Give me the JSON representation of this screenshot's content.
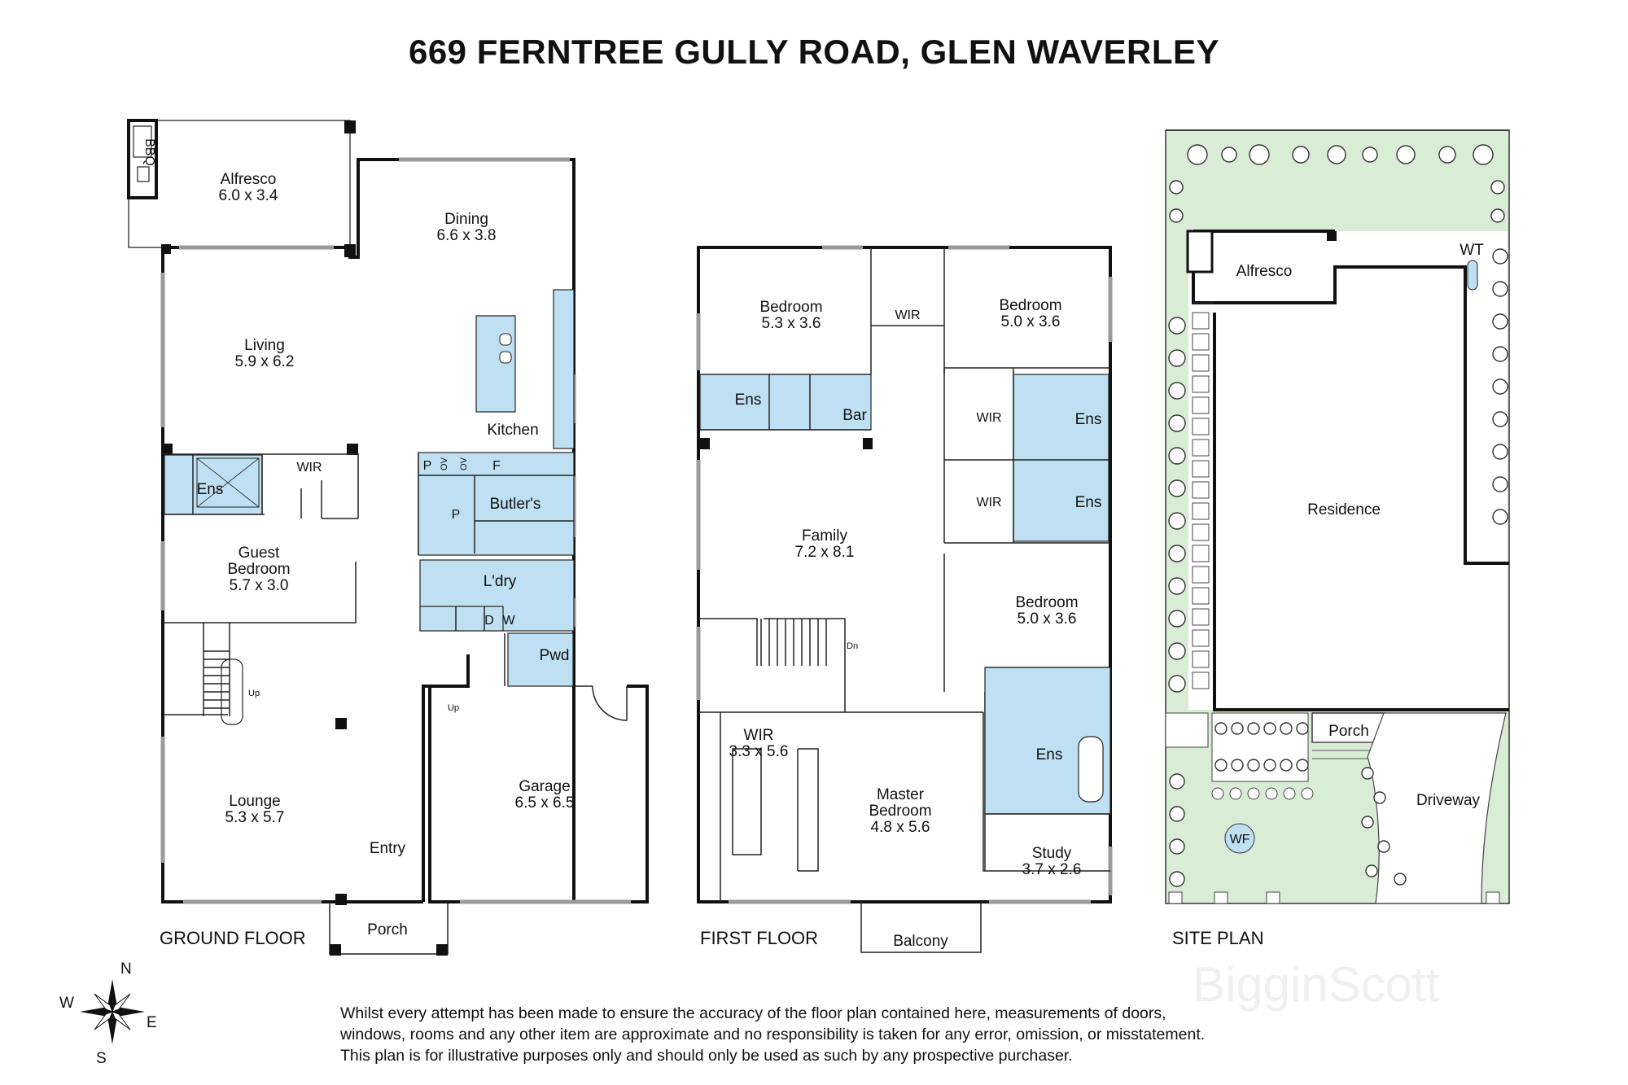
{
  "title": "669 FERNTREE GULLY ROAD, GLEN WAVERLEY",
  "floors": {
    "ground": {
      "caption": "GROUND FLOOR",
      "rooms": {
        "alfresco": [
          "Alfresco",
          "6.0 x 3.4"
        ],
        "dining": [
          "Dining",
          "6.6 x 3.8"
        ],
        "living": [
          "Living",
          "5.9 x 6.2"
        ],
        "guest": [
          "Guest",
          "Bedroom",
          "5.7 x 3.0"
        ],
        "lounge": [
          "Lounge",
          "5.3 x 5.7"
        ],
        "garage": [
          "Garage",
          "6.5 x 6.5"
        ]
      },
      "labels": {
        "bbq": "BBQ",
        "kitchen": "Kitchen",
        "ens": "Ens",
        "wir": "WIR",
        "p1": "P",
        "ov1": "OV",
        "ov2": "OV",
        "f": "F",
        "butlers": "Butler's",
        "p2": "P",
        "ldry": "L'dry",
        "d": "D",
        "w": "W",
        "pwd": "Pwd",
        "up1": "Up",
        "up2": "Up",
        "entry": "Entry",
        "porch": "Porch"
      }
    },
    "first": {
      "caption": "FIRST FLOOR",
      "rooms": {
        "bed1": [
          "Bedroom",
          "5.3 x 3.6"
        ],
        "bed2": [
          "Bedroom",
          "5.0 x 3.6"
        ],
        "family": [
          "Family",
          "7.2 x 8.1"
        ],
        "bed3": [
          "Bedroom",
          "5.0 x 3.6"
        ],
        "wir": [
          "WIR",
          "3.3 x 5.6"
        ],
        "master": [
          "Master",
          "Bedroom",
          "4.8 x 5.6"
        ],
        "study": [
          "Study",
          "3.7 x 2.6"
        ]
      },
      "labels": {
        "wir1": "WIR",
        "ens1": "Ens",
        "bar": "Bar",
        "wir2": "WIR",
        "ens2": "Ens",
        "wir3": "WIR",
        "ens3": "Ens",
        "ens4": "Ens",
        "dn": "Dn",
        "balcony": "Balcony"
      }
    },
    "site": {
      "caption": "SITE PLAN",
      "labels": {
        "alfresco": "Alfresco",
        "wt": "WT",
        "residence": "Residence",
        "porch": "Porch",
        "driveway": "Driveway",
        "wf": "WF"
      }
    }
  },
  "compass": {
    "n": "N",
    "s": "S",
    "e": "E",
    "w": "W"
  },
  "disclaimer": [
    "Whilst every attempt has been made to ensure the accuracy of the floor plan contained here, measurements of doors,",
    "windows, rooms and any other item are approximate and no responsibility is taken for any error, omission, or misstatement.",
    "This plan is for illustrative purposes only and should only be used as such by any prospective purchaser."
  ],
  "watermark": "BigginScott",
  "colors": {
    "wet_area": "#bfe0f2",
    "landscape": "#d9ecd5",
    "wall": "#111111"
  }
}
